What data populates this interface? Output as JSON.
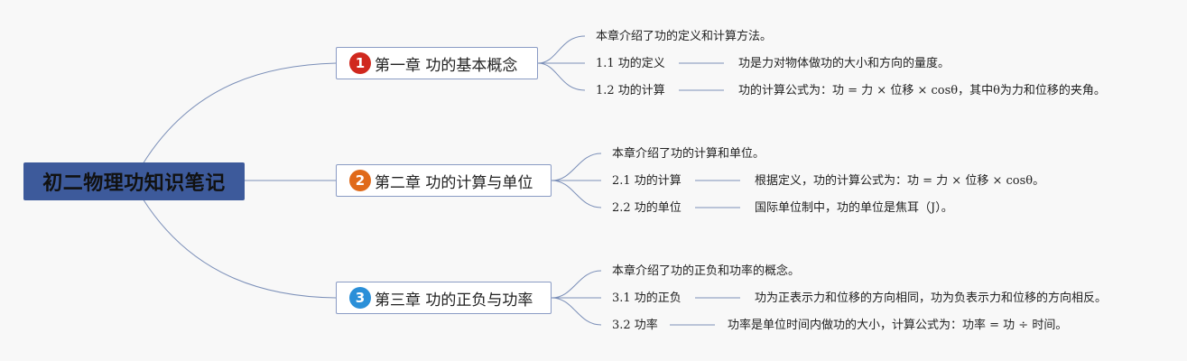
{
  "root": {
    "title": "初二物理功知识笔记"
  },
  "chapters": [
    {
      "badge": "1",
      "badge_color": "#d0281e",
      "title": "第一章 功的基本概念",
      "intro": "本章介绍了功的定义和计算方法。",
      "items": [
        {
          "label": "1.1 功的定义",
          "desc": "功是力对物体做功的大小和方向的量度。"
        },
        {
          "label": "1.2 功的计算",
          "desc": "功的计算公式为：功 = 力 × 位移 × cosθ，其中θ为力和位移的夹角。"
        }
      ]
    },
    {
      "badge": "2",
      "badge_color": "#e06a1a",
      "title": "第二章 功的计算与单位",
      "intro": "本章介绍了功的计算和单位。",
      "items": [
        {
          "label": "2.1 功的计算",
          "desc": "根据定义，功的计算公式为：功 = 力 × 位移 × cosθ。"
        },
        {
          "label": "2.2 功的单位",
          "desc": "国际单位制中，功的单位是焦耳（J）。"
        }
      ]
    },
    {
      "badge": "3",
      "badge_color": "#2a8fd8",
      "title": "第三章 功的正负与功率",
      "intro": "本章介绍了功的正负和功率的概念。",
      "items": [
        {
          "label": "3.1 功的正负",
          "desc": "功为正表示力和位移的方向相同，功为负表示力和位移的方向相反。"
        },
        {
          "label": "3.2 功率",
          "desc": "功率是单位时间内做功的大小，计算公式为：功率 = 功 ÷ 时间。"
        }
      ]
    }
  ],
  "colors": {
    "root_fill": "#3d5a9b",
    "box_border": "#8a9bc4",
    "connector": "#7b8fb8",
    "background": "#f8f8f8"
  }
}
